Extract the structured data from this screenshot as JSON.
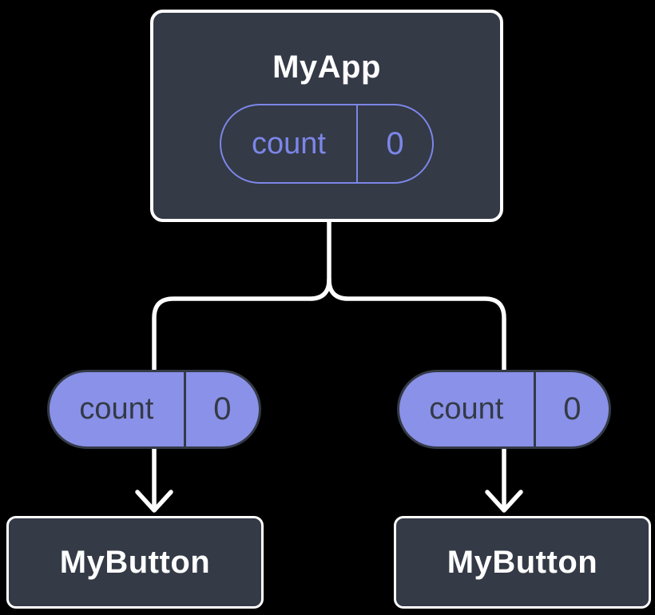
{
  "tree": {
    "root": {
      "label": "MyApp",
      "pill": {
        "key": "count",
        "value": "0"
      }
    },
    "children": [
      {
        "label": "MyButton",
        "pill": {
          "key": "count",
          "value": "0"
        }
      },
      {
        "label": "MyButton",
        "pill": {
          "key": "count",
          "value": "0"
        }
      }
    ]
  },
  "colors": {
    "background": "#000000",
    "node_fill": "#343A46",
    "node_border": "#FFFFFF",
    "pill_fill": "#8A91E8",
    "pill_dark_outline": "#343A46",
    "accent_purple": "#7C86E8",
    "connector": "#FFFFFF"
  }
}
